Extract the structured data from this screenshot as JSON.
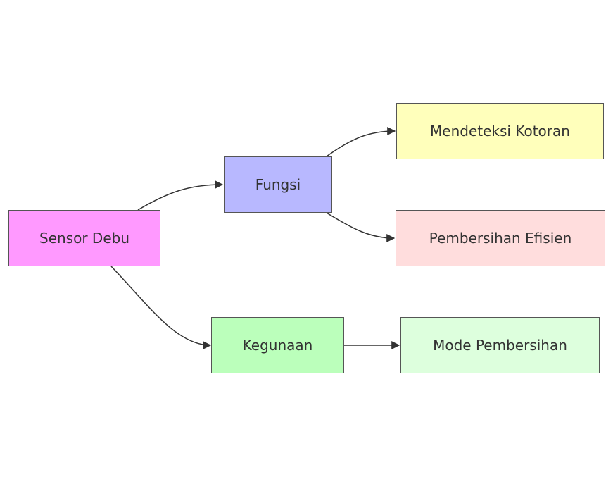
{
  "diagram": {
    "nodes": {
      "sensor_debu": {
        "label": "Sensor Debu",
        "color": "#ff99ff"
      },
      "fungsi": {
        "label": "Fungsi",
        "color": "#b8b8ff"
      },
      "mendeteksi_kotoran": {
        "label": "Mendeteksi Kotoran",
        "color": "#ffffbb"
      },
      "pembersihan_efisien": {
        "label": "Pembersihan Efisien",
        "color": "#ffdddd"
      },
      "kegunaan": {
        "label": "Kegunaan",
        "color": "#bbffbb"
      },
      "mode_pembersihan": {
        "label": "Mode Pembersihan",
        "color": "#ddffdd"
      }
    },
    "edges": [
      {
        "from": "Sensor Debu",
        "to": "Fungsi"
      },
      {
        "from": "Sensor Debu",
        "to": "Kegunaan"
      },
      {
        "from": "Fungsi",
        "to": "Mendeteksi Kotoran"
      },
      {
        "from": "Fungsi",
        "to": "Pembersihan Efisien"
      },
      {
        "from": "Kegunaan",
        "to": "Mode Pembersihan"
      }
    ],
    "edge_color": "#333333"
  }
}
